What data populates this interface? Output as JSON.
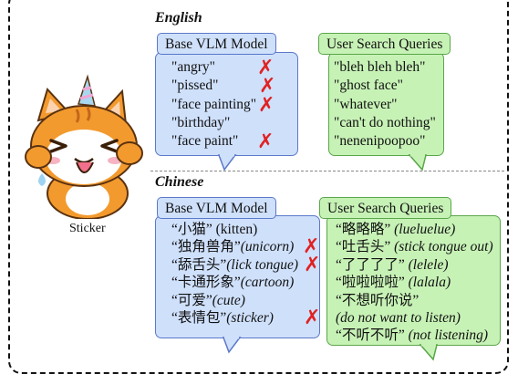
{
  "sticker": {
    "label": "Sticker",
    "icon": "orange-cat-unicorn-sticker",
    "colors": {
      "fur": "#f39a2e",
      "face": "#ffffff",
      "tongue": "#f2708b",
      "horn": "#a8d8f0"
    }
  },
  "english": {
    "title": "English",
    "base_model": {
      "label": "Base VLM Model",
      "items": [
        {
          "text": "\"angry\"",
          "wrong": true
        },
        {
          "text": "\"pissed\"",
          "wrong": true
        },
        {
          "text": "\"face painting\"",
          "wrong": true
        },
        {
          "text": "\"birthday\"",
          "wrong": false
        },
        {
          "text": "\"face paint\"",
          "wrong": true
        }
      ]
    },
    "user_queries": {
      "label": "User Search Queries",
      "items": [
        "\"bleh bleh bleh\"",
        "\"ghost face\"",
        "\"whatever\"",
        "\"can't do nothing\"",
        "\"nenenipoopoo\""
      ]
    }
  },
  "chinese": {
    "title": "Chinese",
    "base_model": {
      "label": "Base VLM Model",
      "items": [
        {
          "text": "“小猫”",
          "gloss": "(kitten)",
          "gloss_italic": false,
          "wrong": false
        },
        {
          "text": "“独角兽角”",
          "gloss": "(unicorn)",
          "gloss_italic": true,
          "wrong": true
        },
        {
          "text": "“舔舌头”",
          "gloss": "(lick tongue)",
          "gloss_italic": true,
          "wrong": true
        },
        {
          "text": "“卡通形象”",
          "gloss": "(cartoon)",
          "gloss_italic": true,
          "wrong": false
        },
        {
          "text": "“可爱”",
          "gloss": "(cute)",
          "gloss_italic": true,
          "wrong": false
        },
        {
          "text": "“表情包”",
          "gloss": "(sticker)",
          "gloss_italic": true,
          "wrong": true
        }
      ]
    },
    "user_queries": {
      "label": "User Search Queries",
      "items": [
        {
          "text": "“略略略”",
          "gloss": "(lueluelue)"
        },
        {
          "text": "“吐舌头”",
          "gloss": "(stick tongue out)"
        },
        {
          "text": "“了了了了”",
          "gloss": "(lelele)"
        },
        {
          "text": "“啦啦啦啦”",
          "gloss": "(lalala)"
        },
        {
          "text": "“不想听你说”",
          "gloss": ""
        },
        {
          "text": "",
          "gloss": "(do not want to listen)"
        },
        {
          "text": "“不听不听”",
          "gloss": "(not listening)"
        }
      ]
    }
  },
  "marks": {
    "wrong_symbol": "✗",
    "wrong_color": "#e02222"
  },
  "colors": {
    "base_fill": "#cfe0fb",
    "base_border": "#5b78c9",
    "user_fill": "#c7f2b6",
    "user_border": "#5aa64a"
  }
}
